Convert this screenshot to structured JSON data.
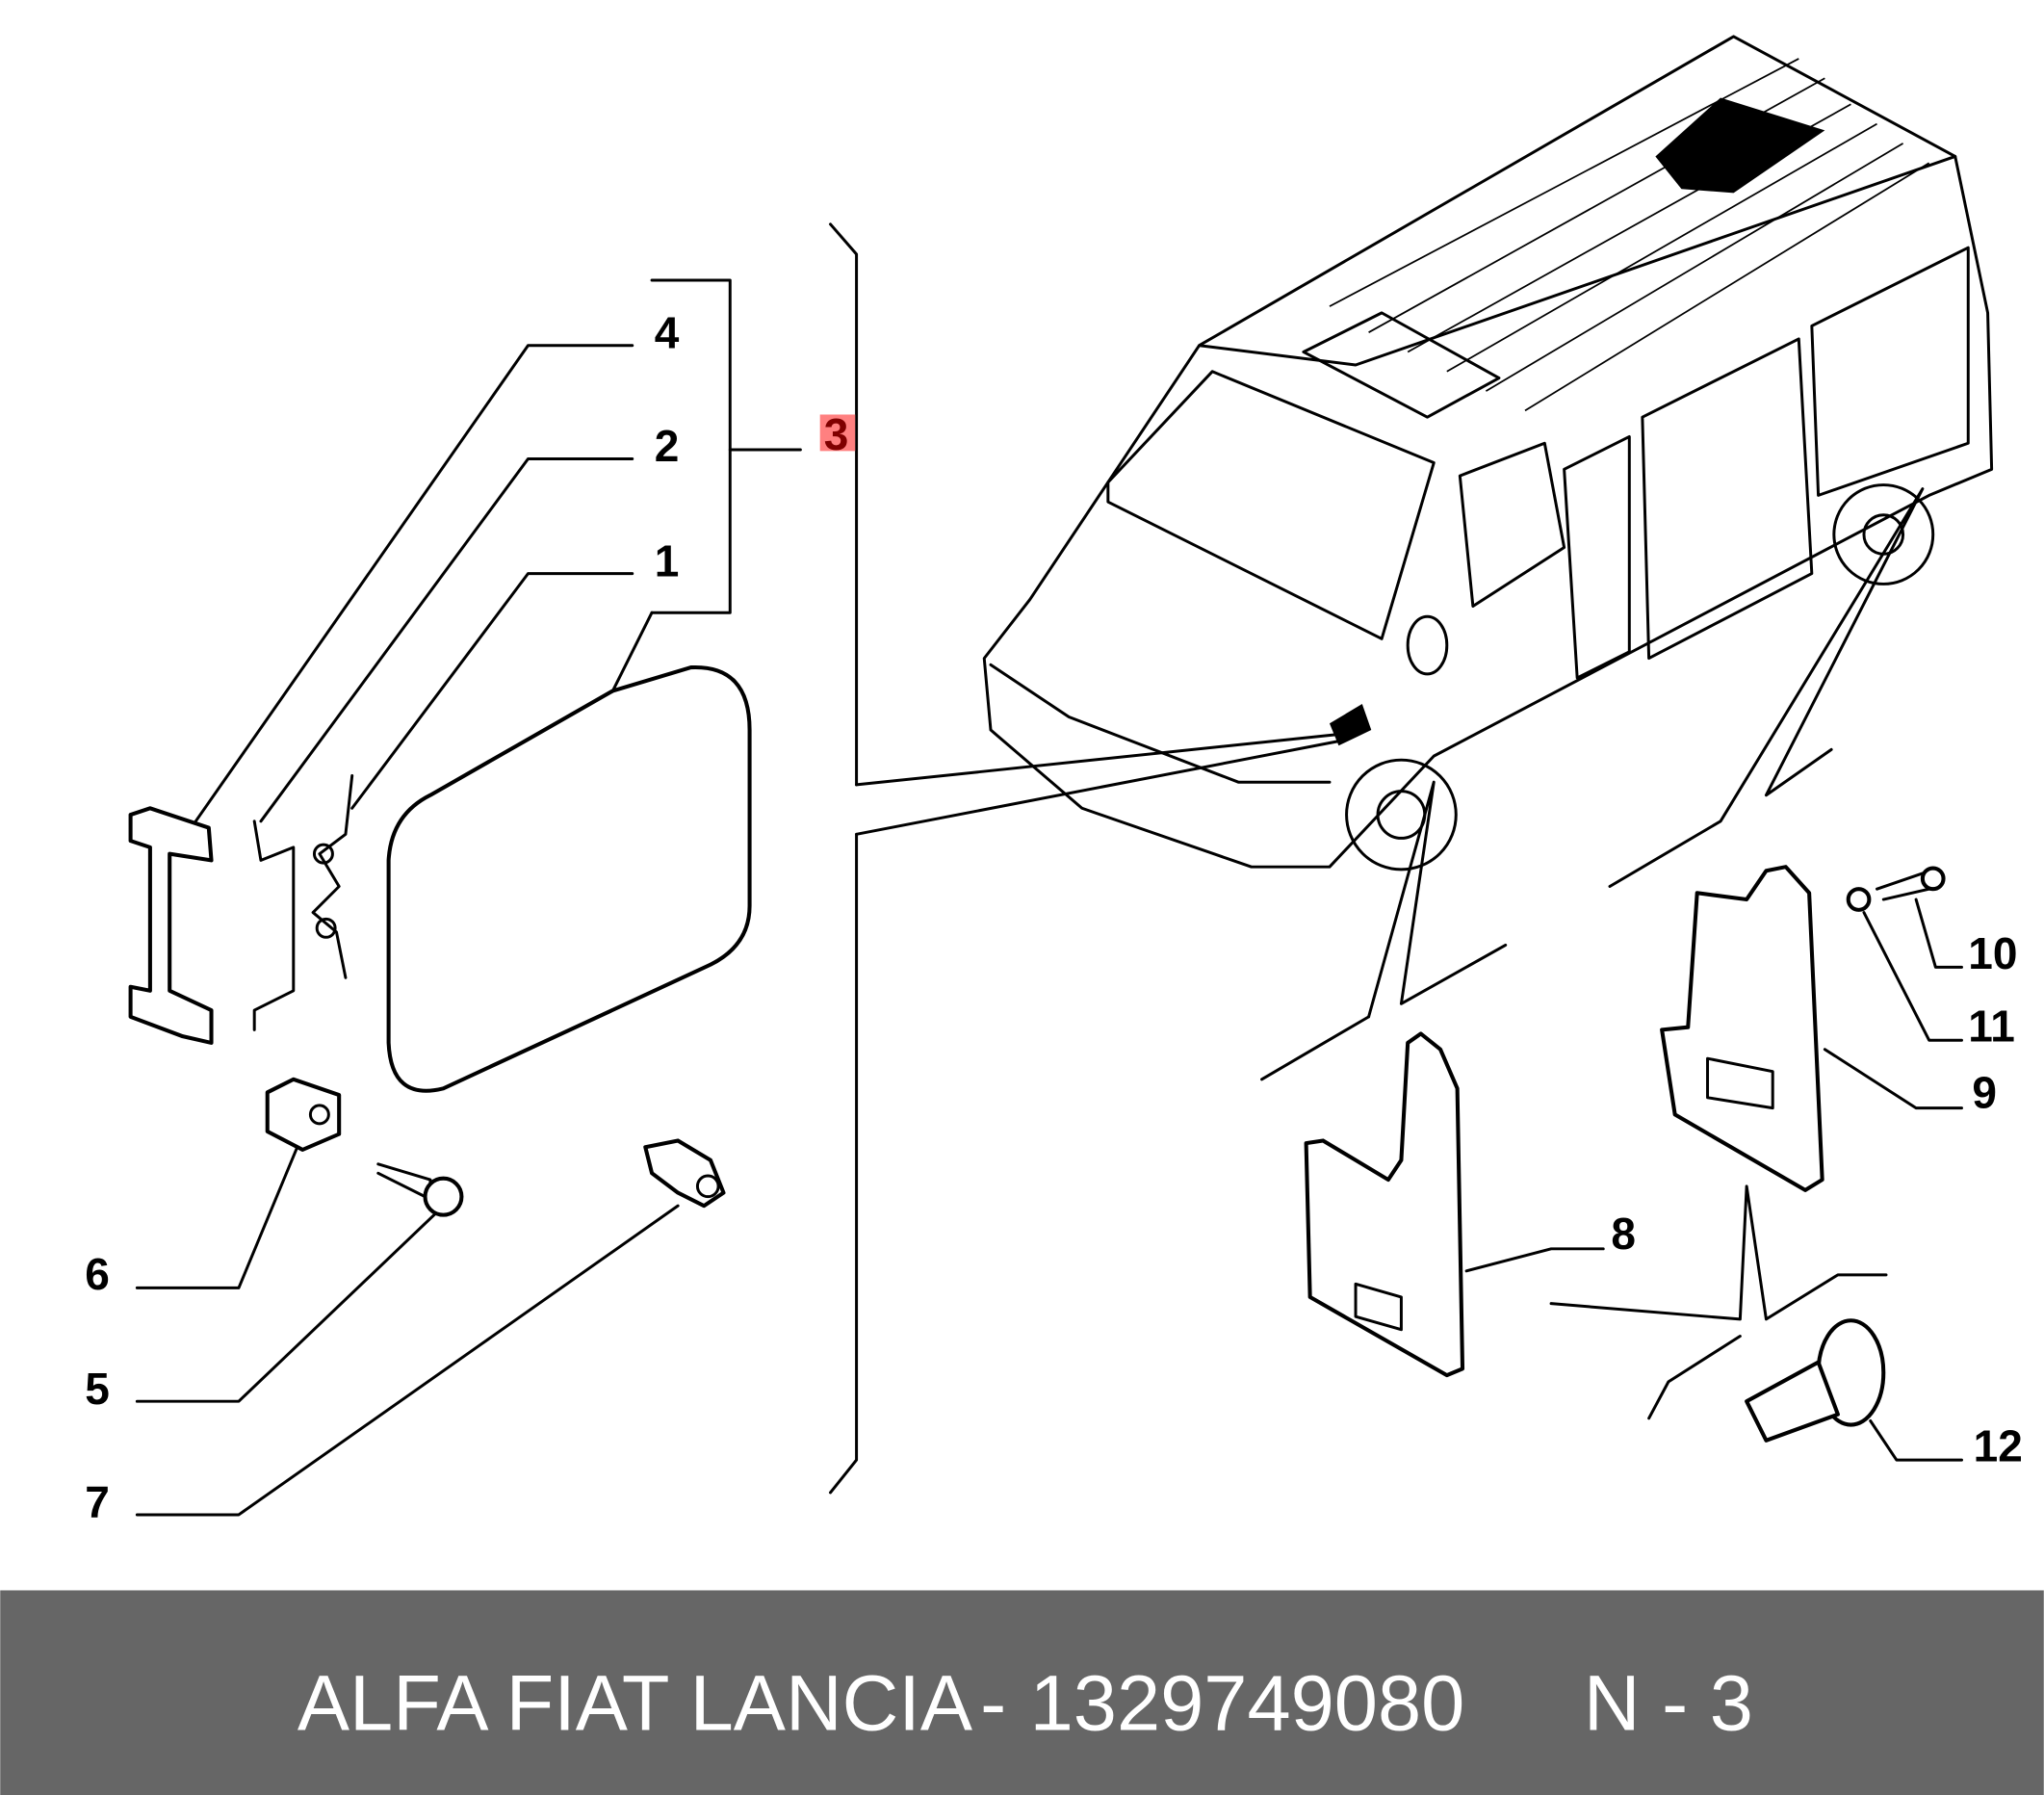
{
  "diagram": {
    "callouts": [
      {
        "id": "4",
        "label": "4"
      },
      {
        "id": "2",
        "label": "2"
      },
      {
        "id": "1",
        "label": "1"
      },
      {
        "id": "3",
        "label": "3",
        "highlighted": true
      },
      {
        "id": "6",
        "label": "6"
      },
      {
        "id": "5",
        "label": "5"
      },
      {
        "id": "7",
        "label": "7"
      },
      {
        "id": "10",
        "label": "10"
      },
      {
        "id": "11",
        "label": "11"
      },
      {
        "id": "9",
        "label": "9"
      },
      {
        "id": "8",
        "label": "8"
      },
      {
        "id": "12",
        "label": "12"
      }
    ],
    "highlight_color": "#ff8080",
    "highlight_text_color": "#800000"
  },
  "footer": {
    "brand": "ALFA FIAT LANCIA",
    "separator": "-",
    "part_number": "1329749080",
    "ref": "N - 3",
    "background": "#666666"
  }
}
